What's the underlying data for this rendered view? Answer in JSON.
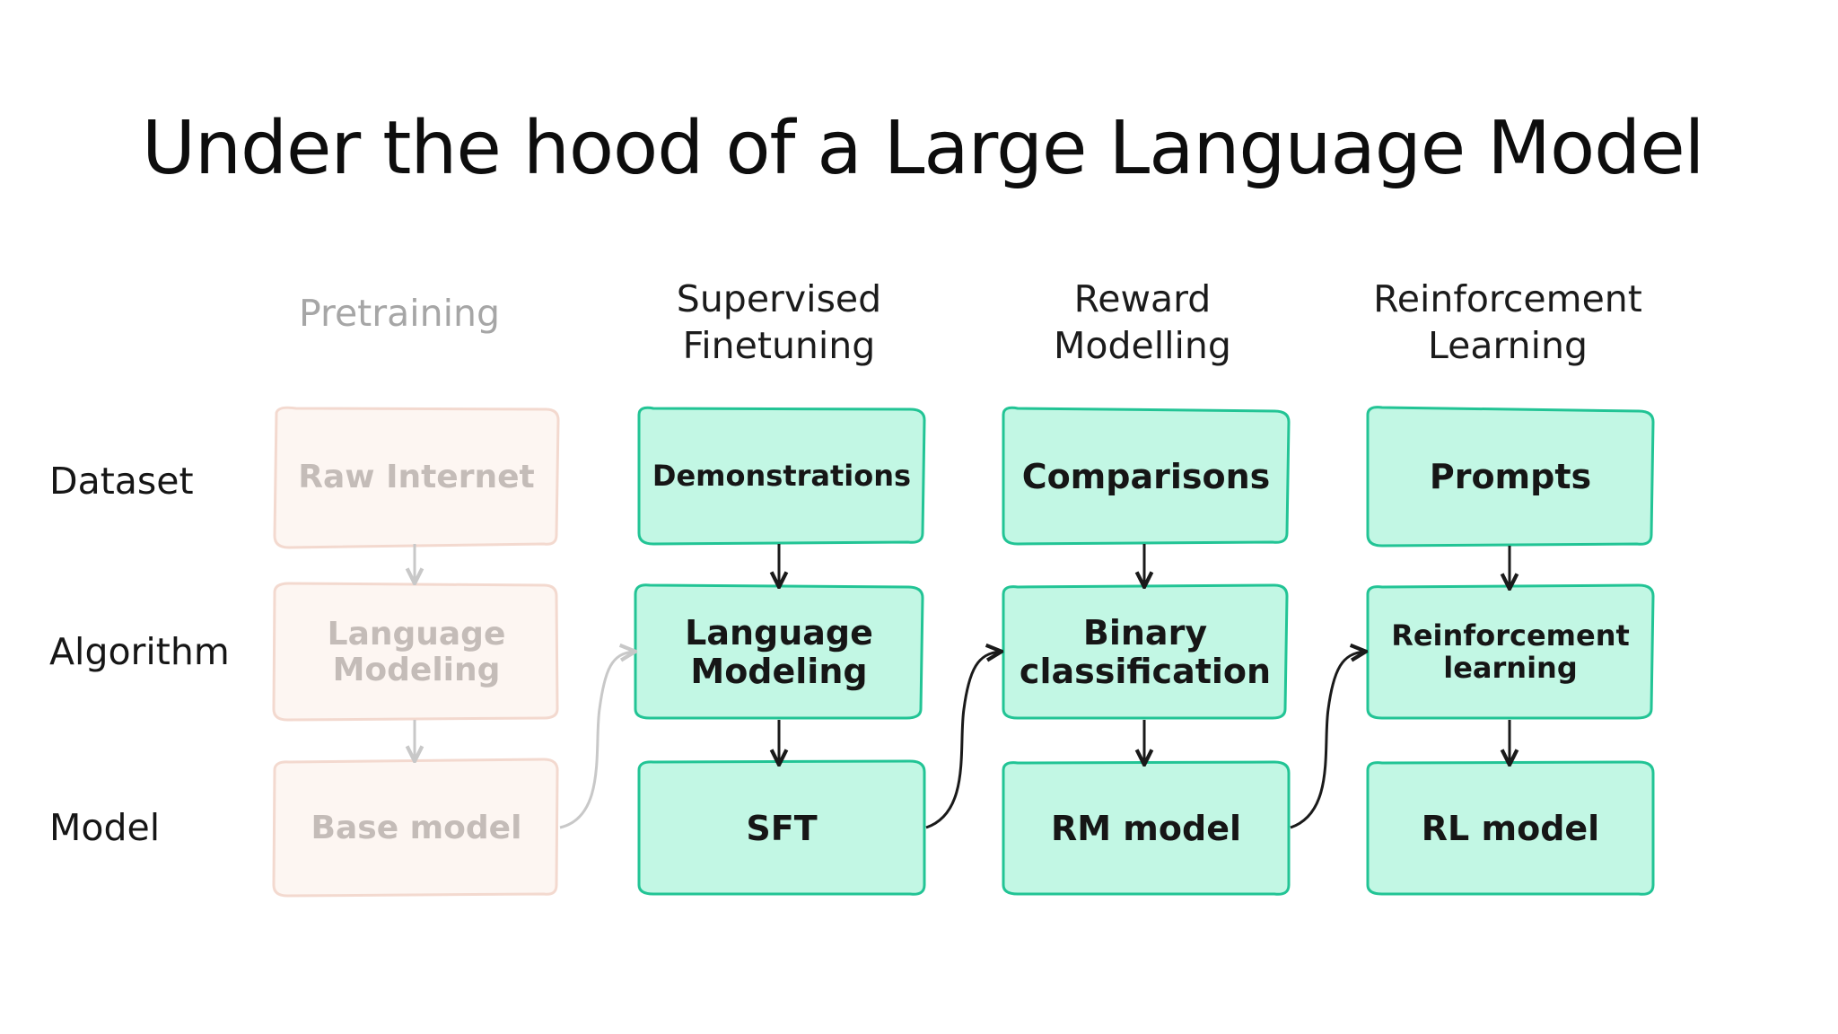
{
  "title": "Under the hood of a Large Language Model",
  "row_labels": {
    "dataset": "Dataset",
    "algorithm": "Algorithm",
    "model": "Model"
  },
  "stages": [
    {
      "header": "Pretraining",
      "dimmed": true,
      "dataset": "Raw Internet",
      "algorithm": "Language\nModeling",
      "model": "Base model"
    },
    {
      "header": "Supervised\nFinetuning",
      "dimmed": false,
      "dataset": "Demonstrations",
      "algorithm": "Language\nModeling",
      "model": "SFT"
    },
    {
      "header": "Reward\nModelling",
      "dimmed": false,
      "dataset": "Comparisons",
      "algorithm": "Binary\nclassification",
      "model": "RM model"
    },
    {
      "header": "Reinforcement\nLearning",
      "dimmed": false,
      "dataset": "Prompts",
      "algorithm": "Reinforcement\nlearning",
      "model": "RL model"
    }
  ],
  "colors": {
    "active_fill": "#c2f7e4",
    "active_stroke": "#22c495",
    "dim_fill": "#fdf6f2",
    "dim_stroke": "#f3d9cf",
    "arrow": "#1a1a1a",
    "dim_arrow": "#c8c8c8"
  }
}
